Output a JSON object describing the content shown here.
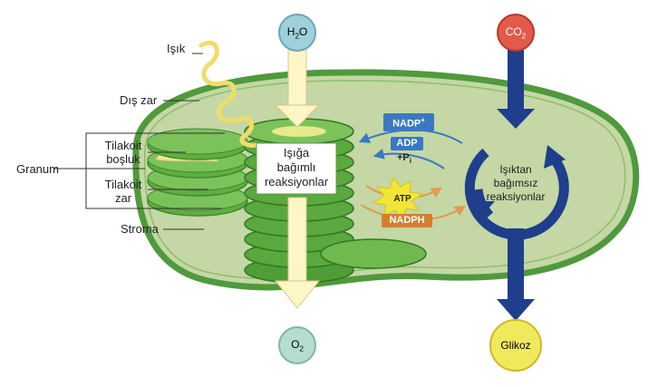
{
  "labels": {
    "isik": "Işık",
    "dis_zar": "Dış zar",
    "tilakoit_bosluk_1": "Tilakoit",
    "tilakoit_bosluk_2": "boşluk",
    "granum": "Granum",
    "tilakoit_zar_1": "Tilakoit",
    "tilakoit_zar_2": "zar",
    "stroma": "Stroma"
  },
  "molecules": {
    "h2o_main": "H",
    "h2o_sub": "2",
    "h2o_tail": "O",
    "co2_main": "CO",
    "co2_sub": "2",
    "o2_main": "O",
    "o2_sub": "2",
    "glikoz": "Glikoz"
  },
  "light_reactions": {
    "line1": "Işığa",
    "line2": "bağımlı",
    "line3": "reaksiyonlar"
  },
  "dark_reactions": {
    "line1": "Işıktan",
    "line2": "bağımsız",
    "line3": "reaksiyonlar"
  },
  "cycle_badges": {
    "nadp": "NADP",
    "nadp_sup": "+",
    "adp": "ADP",
    "pi_prefix": "+P",
    "pi_sub": "i",
    "atp": "ATP",
    "nadph": "NADPH"
  },
  "colors": {
    "stroma": "#c4d7a4",
    "outer_membrane": "#4f9a3c",
    "granum_green": "#6fbf4a",
    "granum_dark": "#3f8a2c",
    "lumen_yellow": "#e6ea8c",
    "arrow_yellow": "#fff6c8",
    "arrow_blue": "#1f3e8c",
    "badge_blue": "#3a78c2",
    "badge_orange": "#d57f2e",
    "atp_yellow": "#f3e536",
    "h2o_circle": "#9fd0dc",
    "co2_circle": "#e35a4a",
    "o2_circle": "#b6dccf",
    "glikoz_circle": "#f1e95c"
  }
}
